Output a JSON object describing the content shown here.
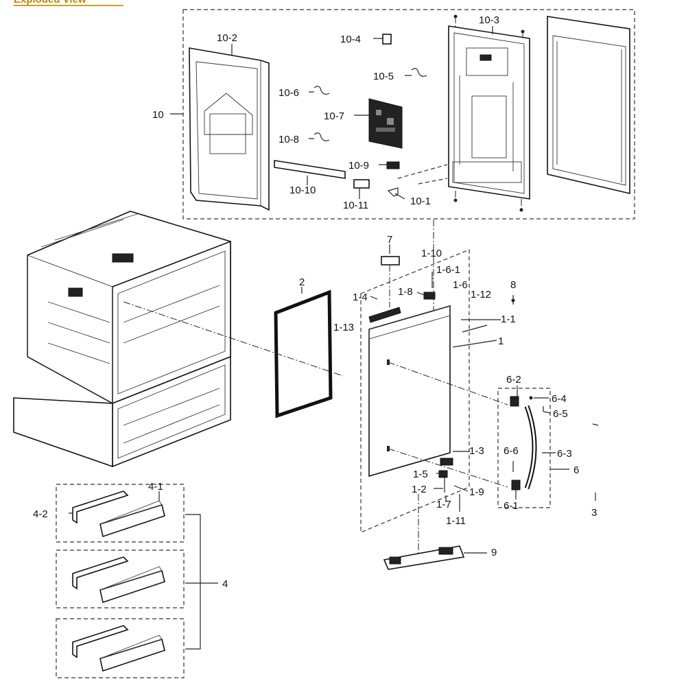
{
  "header": {
    "title": "Exploded View"
  },
  "labels": {
    "l10": "10",
    "l10_1": "10-1",
    "l10_2": "10-2",
    "l10_3": "10-3",
    "l10_4": "10-4",
    "l10_5": "10-5",
    "l10_6": "10-6",
    "l10_7": "10-7",
    "l10_8": "10-8",
    "l10_9": "10-9",
    "l10_10": "10-10",
    "l10_11": "10-11",
    "l1": "1",
    "l1_1": "1-1",
    "l1_2": "1-2",
    "l1_3": "1-3",
    "l1_4": "1-4",
    "l1_5": "1-5",
    "l1_6": "1-6",
    "l1_6_1": "1-6-1",
    "l1_7": "1-7",
    "l1_8": "1-8",
    "l1_9": "1-9",
    "l1_10": "1-10",
    "l1_11": "1-11",
    "l1_12": "1-12",
    "l1_13": "1-13",
    "l2": "2",
    "l3": "3",
    "l4": "4",
    "l4_1": "4-1",
    "l4_2": "4-2",
    "l6": "6",
    "l6_1": "6-1",
    "l6_2": "6-2",
    "l6_3": "6-3",
    "l6_4": "6-4",
    "l6_5": "6-5",
    "l6_6": "6-6",
    "l7": "7",
    "l8": "8",
    "l9": "9"
  }
}
